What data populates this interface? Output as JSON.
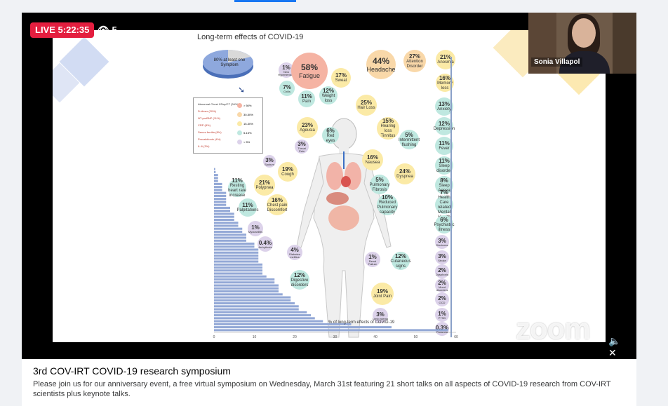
{
  "live": {
    "badge": "LIVE",
    "time": "5:22:35",
    "viewers": "5"
  },
  "presenter": {
    "name": "Sonia Villapol"
  },
  "zoom_watermark": "zoom",
  "event": {
    "title": "3rd COV-IRT COVID-19 research symposium",
    "description": "Please join us for our anniversary event, a free virtual symposium on Wednesday, March 31st featuring 21 short talks on all aspects of COVID-19 research from COV-IRT scientists plus keynote talks."
  },
  "slide": {
    "title": "Long-term effects of COVID-19",
    "pie_label": "80% at least one Symptom",
    "legend": {
      "items": [
        "Abnormal Chest XRay/CT (34%)",
        "D-dimer (20%)",
        "NT-proBNP (11%)",
        "CRP (8%)",
        "Serum ferritin (8%)",
        "Procalcitonin (4%)",
        "IL-6 (3%)"
      ],
      "keys": [
        "> 50%",
        "30-50%",
        "15-30%",
        "5-15%",
        "< 5%"
      ]
    },
    "bubbles": [
      {
        "pct": "1%",
        "label": "New Hypertension",
        "cls": "b-purple"
      },
      {
        "pct": "58%",
        "label": "Fatigue",
        "cls": "b-pink"
      },
      {
        "pct": "17%",
        "label": "Sweat",
        "cls": "b-yellow"
      },
      {
        "pct": "7%",
        "label": "Chills",
        "cls": "b-teal"
      },
      {
        "pct": "11%",
        "label": "Pain",
        "cls": "b-teal"
      },
      {
        "pct": "12%",
        "label": "Weight loss",
        "cls": "b-teal"
      },
      {
        "pct": "44%",
        "label": "Headache",
        "cls": "b-peach"
      },
      {
        "pct": "27%",
        "label": "Attention Disorder",
        "cls": "b-peach"
      },
      {
        "pct": "21%",
        "label": "Anosmia",
        "cls": "b-yellow"
      },
      {
        "pct": "16%",
        "label": "Memory loss",
        "cls": "b-yellow"
      },
      {
        "pct": "25%",
        "label": "Hair Loss",
        "cls": "b-yellow"
      },
      {
        "pct": "23%",
        "label": "Ageusia",
        "cls": "b-yellow"
      },
      {
        "pct": "6%",
        "label": "Red eyes",
        "cls": "b-teal"
      },
      {
        "pct": "15%",
        "label": "Hearing loss Tinnitus",
        "cls": "b-yellow"
      },
      {
        "pct": "5%",
        "label": "Intermittent flushing",
        "cls": "b-teal"
      },
      {
        "pct": "3%",
        "label": "Throat Pain",
        "cls": "b-purple"
      },
      {
        "pct": "3%",
        "label": "Sputum",
        "cls": "b-purple"
      },
      {
        "pct": "19%",
        "label": "Cough",
        "cls": "b-yellow"
      },
      {
        "pct": "16%",
        "label": "Nausea",
        "cls": "b-yellow"
      },
      {
        "pct": "24%",
        "label": "Dyspnea",
        "cls": "b-yellow"
      },
      {
        "pct": "11%",
        "label": "Resting heart rate increase",
        "cls": "b-teal"
      },
      {
        "pct": "21%",
        "label": "Polypnea",
        "cls": "b-yellow"
      },
      {
        "pct": "5%",
        "label": "Pulmonary Fibrosis",
        "cls": "b-teal"
      },
      {
        "pct": "11%",
        "label": "Palpitations",
        "cls": "b-teal"
      },
      {
        "pct": "16%",
        "label": "Chest pain Discomfort",
        "cls": "b-yellow"
      },
      {
        "pct": "10%",
        "label": "Reduced Pulmonary capacity",
        "cls": "b-teal"
      },
      {
        "pct": "1%",
        "label": "Myocarditis",
        "cls": "b-purple"
      },
      {
        "pct": "0.4%",
        "label": "Arrhythmia",
        "cls": "b-purple"
      },
      {
        "pct": "4%",
        "label": "Diabetes mellitus",
        "cls": "b-purple"
      },
      {
        "pct": "1%",
        "label": "Renal Failure",
        "cls": "b-purple"
      },
      {
        "pct": "12%",
        "label": "Cutaneous signs",
        "cls": "b-teal"
      },
      {
        "pct": "12%",
        "label": "Digestive disorders",
        "cls": "b-teal"
      },
      {
        "pct": "19%",
        "label": "Joint Pain",
        "cls": "b-yellow"
      },
      {
        "pct": "3%",
        "label": "Limb edema",
        "cls": "b-purple"
      },
      {
        "pct": "13%",
        "label": "Anxiety",
        "cls": "b-teal"
      },
      {
        "pct": "12%",
        "label": "Depression",
        "cls": "b-teal"
      },
      {
        "pct": "11%",
        "label": "Fever",
        "cls": "b-teal"
      },
      {
        "pct": "11%",
        "label": "Sleep disorder",
        "cls": "b-teal"
      },
      {
        "pct": "8%",
        "label": "Sleep Apnea",
        "cls": "b-teal"
      },
      {
        "pct": "7%",
        "label": "Health Care related Mental Health",
        "cls": "b-teal"
      },
      {
        "pct": "6%",
        "label": "Psychiatric illness",
        "cls": "b-teal"
      },
      {
        "pct": "3%",
        "label": "Dizziness",
        "cls": "b-purple"
      },
      {
        "pct": "3%",
        "label": "Stroke",
        "cls": "b-purple"
      },
      {
        "pct": "2%",
        "label": "Dysphoria",
        "cls": "b-purple"
      },
      {
        "pct": "2%",
        "label": "Mood disorders",
        "cls": "b-purple"
      },
      {
        "pct": "2%",
        "label": "OCD",
        "cls": "b-purple"
      },
      {
        "pct": "1%",
        "label": "PTSD",
        "cls": "b-purple"
      },
      {
        "pct": "0.3%",
        "label": "Paranoia",
        "cls": "b-purple"
      }
    ],
    "bar_axis_label": "% of long-term effects of COVID-19",
    "bar_ticks": [
      "0",
      "10",
      "20",
      "30",
      "40",
      "50",
      "60"
    ]
  },
  "chart_data": {
    "type": "bar",
    "orientation": "horizontal",
    "xlabel": "% of long-term effects of COVID-19",
    "xlim": [
      0,
      60
    ],
    "values": [
      0.3,
      0.4,
      1,
      1,
      1,
      2,
      2,
      2,
      3,
      3,
      3,
      3,
      3,
      4,
      4,
      5,
      5,
      5,
      6,
      6,
      7,
      7,
      8,
      8,
      8,
      10,
      10,
      11,
      11,
      11,
      11,
      11,
      12,
      12,
      12,
      12,
      13,
      15,
      15,
      16,
      16,
      16,
      17,
      19,
      19,
      20,
      21,
      21,
      23,
      24,
      25,
      27,
      34,
      44,
      58
    ]
  }
}
